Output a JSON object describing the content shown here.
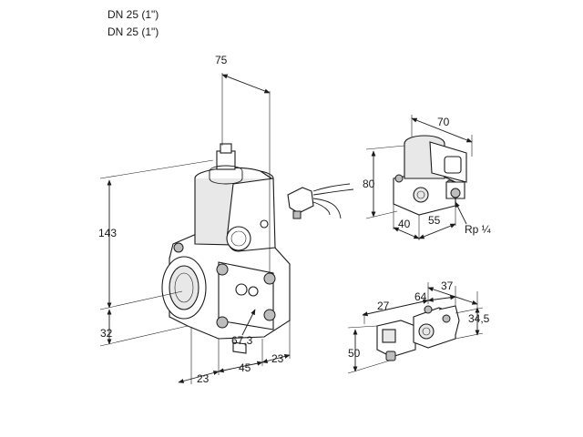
{
  "header": {
    "line1": "DN 25 (1\")",
    "line2": "DN 25 (1\")"
  },
  "main_view": {
    "dims": {
      "width_top": "75",
      "height": "143",
      "bottom_offset": "32",
      "flange_height": "67,3",
      "depth_a": "23",
      "depth_b": "45",
      "depth_c": "23"
    }
  },
  "pressure_switch_view": {
    "dims": {
      "width": "70",
      "height": "80",
      "base_a": "40",
      "base_b": "55",
      "thread": "Rp ¼"
    }
  },
  "solenoid_view": {
    "dims": {
      "a": "27",
      "b": "64",
      "c": "37",
      "height": "34,5",
      "depth": "50"
    }
  }
}
